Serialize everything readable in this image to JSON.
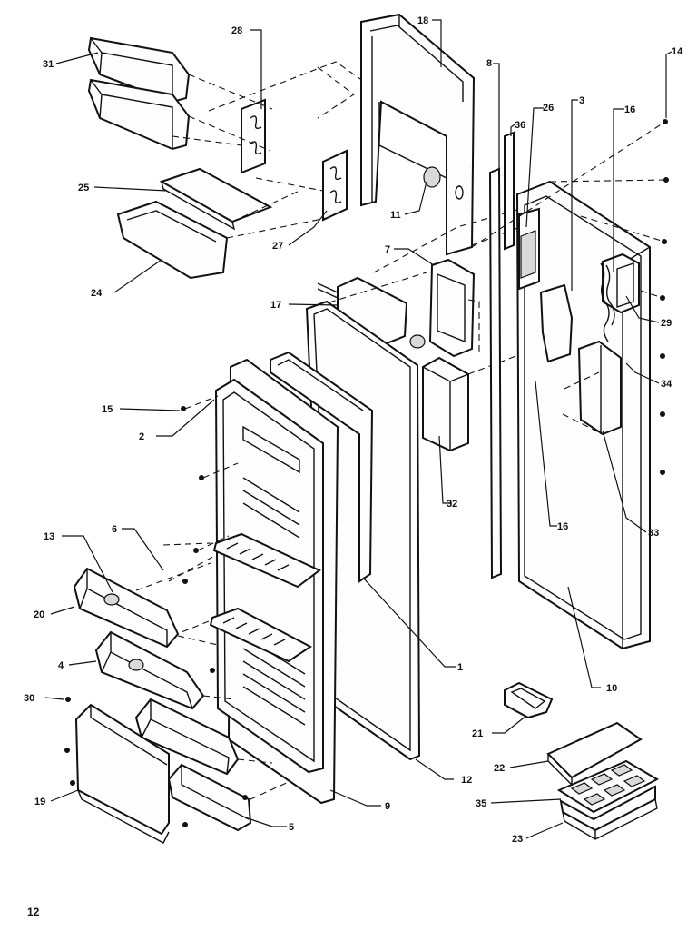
{
  "page_number": "12",
  "callouts": [
    {
      "id": "c31",
      "text": "31"
    },
    {
      "id": "c28",
      "text": "28"
    },
    {
      "id": "c18",
      "text": "18"
    },
    {
      "id": "c8",
      "text": "8"
    },
    {
      "id": "c14",
      "text": "14"
    },
    {
      "id": "c26",
      "text": "26"
    },
    {
      "id": "c3",
      "text": "3"
    },
    {
      "id": "c16a",
      "text": "16"
    },
    {
      "id": "c36",
      "text": "36"
    },
    {
      "id": "c25",
      "text": "25"
    },
    {
      "id": "c11",
      "text": "11"
    },
    {
      "id": "c27",
      "text": "27"
    },
    {
      "id": "c24",
      "text": "24"
    },
    {
      "id": "c7",
      "text": "7"
    },
    {
      "id": "c17",
      "text": "17"
    },
    {
      "id": "c29",
      "text": "29"
    },
    {
      "id": "c34",
      "text": "34"
    },
    {
      "id": "c15",
      "text": "15"
    },
    {
      "id": "c2",
      "text": "2"
    },
    {
      "id": "c32",
      "text": "32"
    },
    {
      "id": "c16b",
      "text": "16"
    },
    {
      "id": "c33",
      "text": "33"
    },
    {
      "id": "c13",
      "text": "13"
    },
    {
      "id": "c6",
      "text": "6"
    },
    {
      "id": "c20",
      "text": "20"
    },
    {
      "id": "c1",
      "text": "1"
    },
    {
      "id": "c10",
      "text": "10"
    },
    {
      "id": "c4",
      "text": "4"
    },
    {
      "id": "c30",
      "text": "30"
    },
    {
      "id": "c21",
      "text": "21"
    },
    {
      "id": "c12",
      "text": "12"
    },
    {
      "id": "c22",
      "text": "22"
    },
    {
      "id": "c9",
      "text": "9"
    },
    {
      "id": "c35",
      "text": "35"
    },
    {
      "id": "c19",
      "text": "19"
    },
    {
      "id": "c5",
      "text": "5"
    },
    {
      "id": "c23",
      "text": "23"
    }
  ]
}
